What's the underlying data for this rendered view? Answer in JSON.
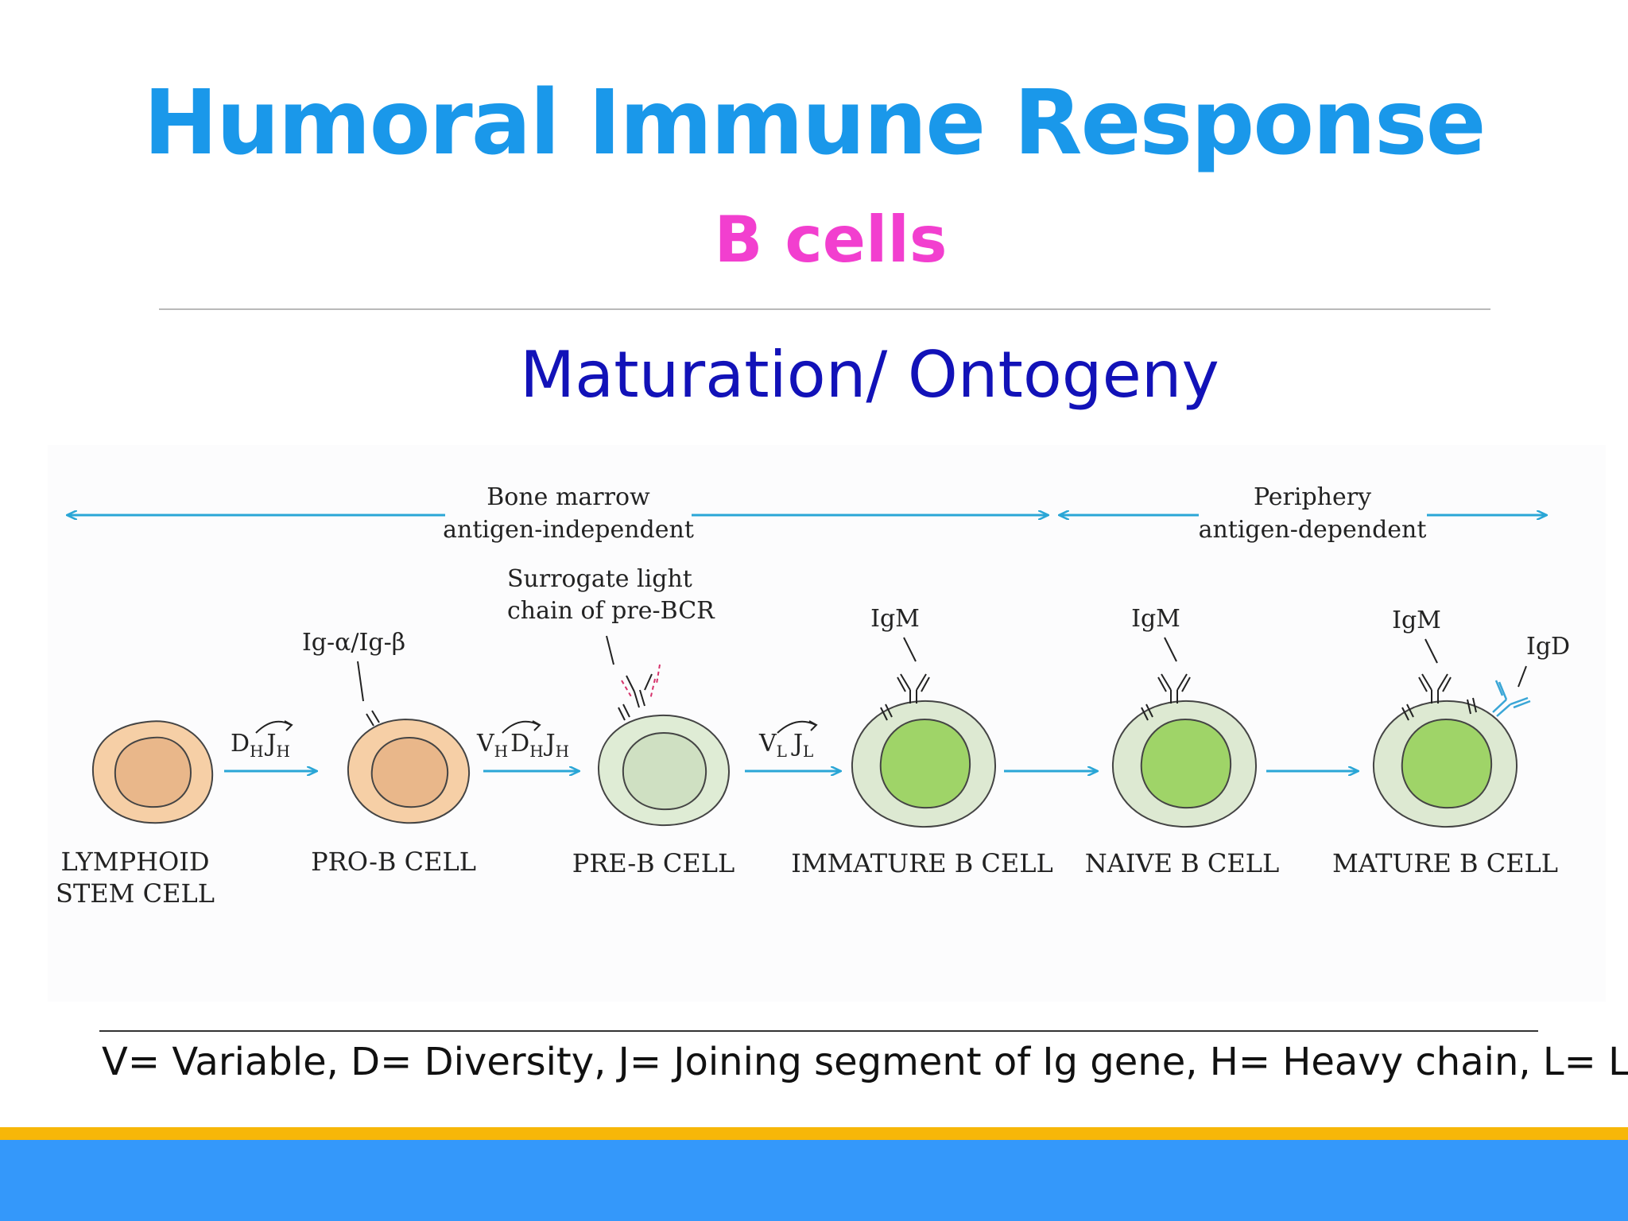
{
  "slide": {
    "title": "Humoral Immune Response",
    "subtitle": "B cells",
    "section_heading": "Maturation/ Ontogeny",
    "footnote": "V= Variable, D= Diversity,  J= Joining segment of Ig gene, H= Heavy chain, L= Light chain"
  },
  "diagram": {
    "regions": [
      {
        "line1": "Bone marrow",
        "line2": "antigen-independent"
      },
      {
        "line1": "Periphery",
        "line2": "antigen-dependent"
      }
    ],
    "cells": [
      {
        "label_line1": "LYMPHOID",
        "label_line2": "STEM CELL"
      },
      {
        "label_line1": "PRO-B CELL",
        "label_line2": ""
      },
      {
        "label_line1": "PRE-B CELL",
        "label_line2": ""
      },
      {
        "label_line1": "IMMATURE B CELL",
        "label_line2": ""
      },
      {
        "label_line1": "NAIVE B CELL",
        "label_line2": ""
      },
      {
        "label_line1": "MATURE B CELL",
        "label_line2": ""
      }
    ],
    "rearrangements": {
      "step1": {
        "a": "D",
        "a_sub": "H",
        "b": "J",
        "b_sub": "H"
      },
      "step2": {
        "a": "V",
        "a_sub": "H",
        "b": "D",
        "b_sub": "H",
        "c": "J",
        "c_sub": "H"
      },
      "step3": {
        "a": "V",
        "a_sub": "L",
        "b": "J",
        "b_sub": "L"
      }
    },
    "annotations": {
      "ig_alpha_beta": "Ig-α/Ig-β",
      "surrogate_line1": "Surrogate light",
      "surrogate_line2": "chain of pre-BCR",
      "igm_immature": "IgM",
      "igm_naive": "IgM",
      "igm_mature": "IgM",
      "igd_mature": "IgD"
    },
    "colors": {
      "arrow": "#2aa6d6",
      "stem_cell_fill": "#f6cfa6",
      "stem_nucleus_fill": "#e9b78a",
      "pre_b_fill": "#dfecd5",
      "pre_b_nucleus_fill": "#cfe0c2",
      "b_cell_fill": "#dde9d2",
      "b_nucleus_fill": "#9fd468",
      "surrogate_chain": "#d6336c",
      "igd": "#3aa6d6"
    }
  }
}
